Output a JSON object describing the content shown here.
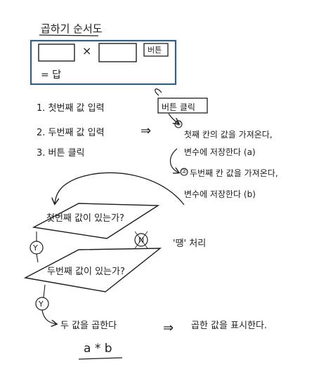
{
  "title": "곱하기 순서도",
  "ui_sketch": {
    "times_sign": "×",
    "button_label": "버튼",
    "result_label": "= 답"
  },
  "steps": [
    "1. 첫번째 값 입력",
    "2. 두번째 값 입력",
    "3. 버튼 클릭"
  ],
  "arrow_symbol": "⇒",
  "button_click": {
    "label": "버튼 클릭",
    "marker_1": "①",
    "step_a_line1": "첫째 칸의 값을 가져온다,",
    "step_a_line2": "변수에 저장한다 (a)",
    "marker_2": "②",
    "step_b_line1": "두번째 칸 값을 가져온다,",
    "step_b_line2": "변수에 저장한다 (b)"
  },
  "decision_1": {
    "question": "첫번째 값이 있는가?",
    "no_label": "N",
    "no_action": "'땡' 처리",
    "yes_label": "Y"
  },
  "decision_2": {
    "question": "두번째 값이 있는가?",
    "yes_label": "Y"
  },
  "multiply": {
    "text": "두 값을 곱한다",
    "formula": "a * b",
    "result": "곱한 값을 표시한다."
  }
}
